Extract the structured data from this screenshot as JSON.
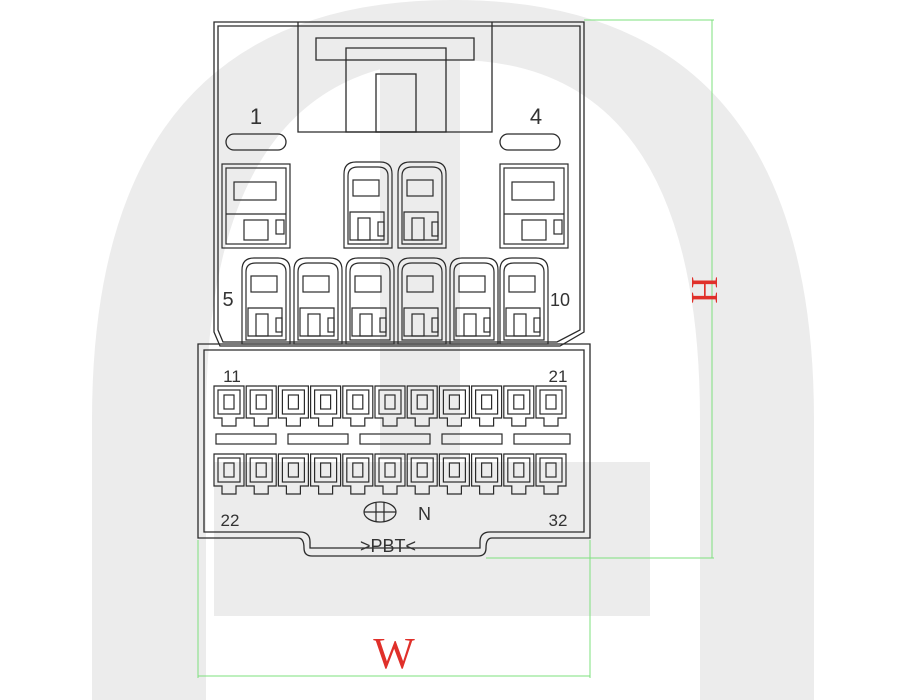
{
  "diagram": {
    "pin_labels": {
      "p1": "1",
      "p4": "4",
      "p5": "5",
      "p10": "10",
      "p11": "11",
      "p21": "21",
      "p22": "22",
      "p32": "32"
    },
    "material_mark": ">PBT<",
    "logo_letter": "N",
    "dimension_height": "H",
    "dimension_width": "W"
  },
  "colors": {
    "outline": "#2b2b2b",
    "dimension_line": "#7ee07e",
    "dimension_text": "#e0302a",
    "watermark": "#ececec"
  }
}
